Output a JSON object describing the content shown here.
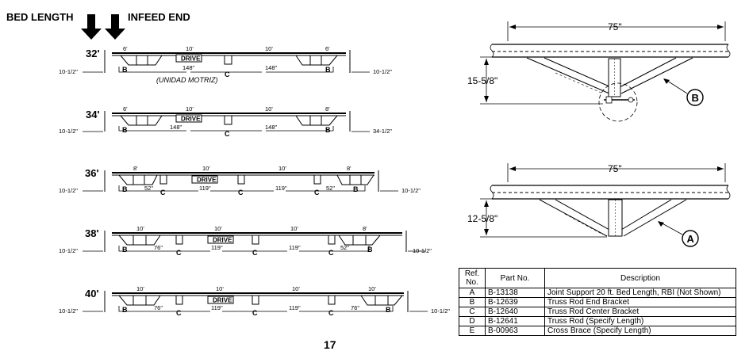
{
  "header": {
    "bed_length": "BED LENGTH",
    "infeed_end": "INFEED END"
  },
  "layouts": [
    {
      "length": "32'",
      "end_left": "10-1/2\"",
      "end_right": "10-1/2\"",
      "spans": [
        "6'",
        "10'",
        "10'",
        "6'"
      ],
      "dims": [
        "148\"",
        "148\""
      ],
      "labels": [
        "B",
        "C",
        "B"
      ],
      "drive": "DRIVE",
      "note": "(UNIDAD MOTRIZ)"
    },
    {
      "length": "34'",
      "end_left": "10-1/2\"",
      "end_right": "34-1/2\"",
      "spans": [
        "6'",
        "10'",
        "10'",
        "8'"
      ],
      "dims": [
        "148\"",
        "148\""
      ],
      "labels": [
        "B",
        "C",
        "B"
      ],
      "drive": "DRIVE"
    },
    {
      "length": "36'",
      "end_left": "10-1/2\"",
      "end_right": "10-1/2\"",
      "spans": [
        "8'",
        "10'",
        "10'",
        "8'"
      ],
      "dims": [
        "52\"",
        "119\"",
        "119\"",
        "52\""
      ],
      "labels": [
        "B",
        "C",
        "C",
        "C",
        "B"
      ],
      "drive": "DRIVE"
    },
    {
      "length": "38'",
      "end_left": "10-1/2\"",
      "end_right": "10-1/2\"",
      "spans": [
        "10'",
        "10'",
        "10'",
        "8'"
      ],
      "dims": [
        "76\"",
        "119\"",
        "119\"",
        "52\""
      ],
      "labels": [
        "B",
        "C",
        "C",
        "C",
        "B"
      ],
      "drive": "DRIVE"
    },
    {
      "length": "40'",
      "end_left": "10-1/2\"",
      "end_right": "10-1/2\"",
      "spans": [
        "10'",
        "10'",
        "10'",
        "10'"
      ],
      "dims": [
        "76\"",
        "119\"",
        "119\"",
        "76\""
      ],
      "labels": [
        "B",
        "C",
        "C",
        "C",
        "B"
      ],
      "drive": "DRIVE"
    }
  ],
  "detail_b": {
    "width": "75\"",
    "height": "15-5/8\"",
    "callout": "B"
  },
  "detail_a": {
    "width": "75\"",
    "height": "12-5/8\"",
    "callout": "A"
  },
  "parts_table": {
    "headers": [
      "Ref.\nNo.",
      "Part No.",
      "Description"
    ],
    "rows": [
      [
        "A",
        "B-13138",
        "Joint Support 20 ft. Bed Length, RBI (Not Shown)"
      ],
      [
        "B",
        "B-12639",
        "Truss Rod End Bracket"
      ],
      [
        "C",
        "B-12640",
        "Truss Rod Center Bracket"
      ],
      [
        "D",
        "B-12641",
        "Truss Rod (Specify Length)"
      ],
      [
        "E",
        "B-00963",
        "Cross Brace (Specify Length)"
      ]
    ]
  },
  "page_number": "17"
}
